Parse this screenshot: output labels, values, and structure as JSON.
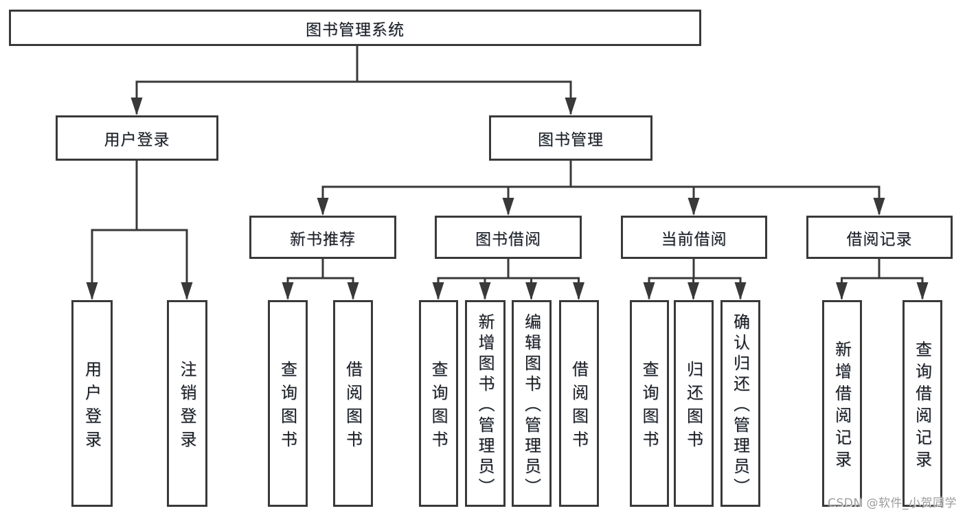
{
  "diagram": {
    "title": "图书管理系统",
    "watermark": "CSDN @软件_小贺同学",
    "colors": {
      "line": "#393939",
      "box_border": "#393939",
      "text": "#1c1c1c",
      "watermark": "#9c9c9c",
      "background": "#ffffff"
    },
    "root": {
      "label": "图书管理系统",
      "children": [
        {
          "label": "用户登录",
          "children": [
            {
              "label": "用户登录"
            },
            {
              "label": "注销登录"
            }
          ]
        },
        {
          "label": "图书管理",
          "children": [
            {
              "label": "新书推荐",
              "children": [
                {
                  "label": "查询图书"
                },
                {
                  "label": "借阅图书"
                }
              ]
            },
            {
              "label": "图书借阅",
              "children": [
                {
                  "label": "查询图书"
                },
                {
                  "label": "新增图书（管理员）"
                },
                {
                  "label": "编辑图书（管理员）"
                },
                {
                  "label": "借阅图书"
                }
              ]
            },
            {
              "label": "当前借阅",
              "children": [
                {
                  "label": "查询图书"
                },
                {
                  "label": "归还图书"
                },
                {
                  "label": "确认归还（管理员）"
                }
              ]
            },
            {
              "label": "借阅记录",
              "children": [
                {
                  "label": "新增借阅记录"
                },
                {
                  "label": "查询借阅记录"
                }
              ]
            }
          ]
        }
      ]
    }
  }
}
